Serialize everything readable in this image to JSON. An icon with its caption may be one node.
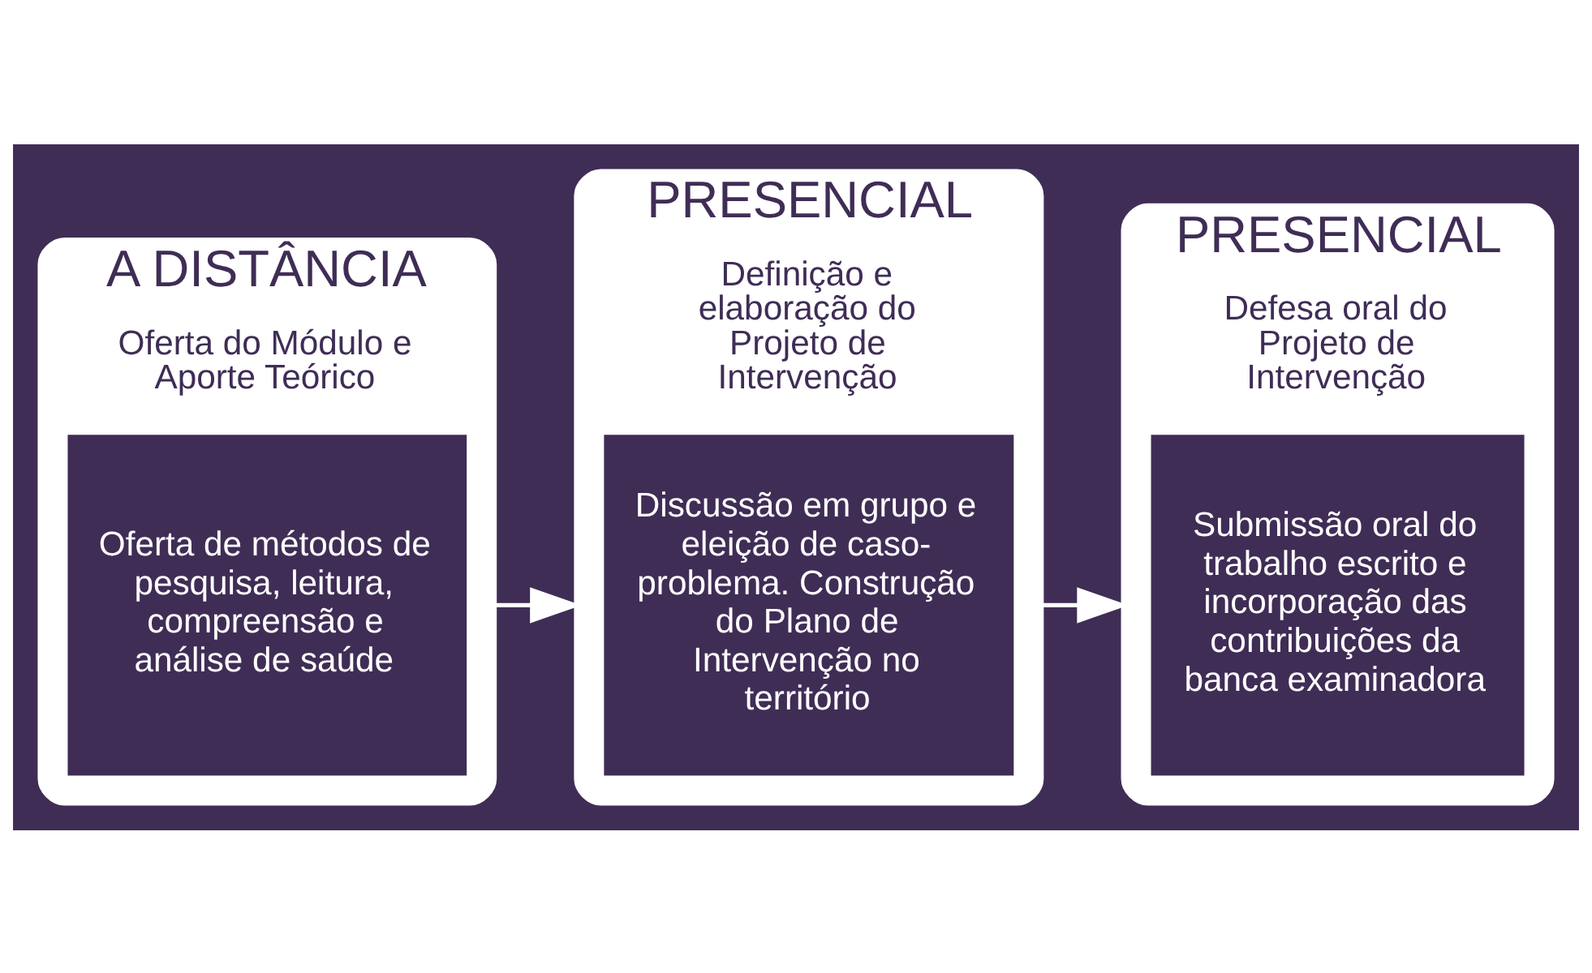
{
  "diagram": {
    "nodes": [
      {
        "text": [
          "A DISTÂNCIA",
          "Oferta do Módulo e Aporte Teórico"
        ]
      },
      {
        "text": [
          "Oferta de métodos de pesquisa, leitura, compreensão e análise de saúde"
        ],
        "in": 0
      },
      {
        "text": [
          "PRESENCIAL",
          "Definição e elaboração do Projeto de Intervenção"
        ]
      },
      {
        "text": [
          "Discussão em grupo e eleição de caso-problema. Construção do Plano de Intervenção no território"
        ],
        "in": 2
      },
      {
        "text": [
          "PRESENCIAL",
          "Defesa oral do Projeto de Intervenção"
        ]
      },
      {
        "text": [
          "Submissão oral do trabalho escrito e incorporação das contribuições da banca examinadora"
        ],
        "in": 4
      }
    ],
    "edges": [
      {
        "from": 0,
        "to": 2,
        "arrow": "to"
      },
      {
        "from": 2,
        "to": 4,
        "arrow": "to"
      }
    ]
  }
}
